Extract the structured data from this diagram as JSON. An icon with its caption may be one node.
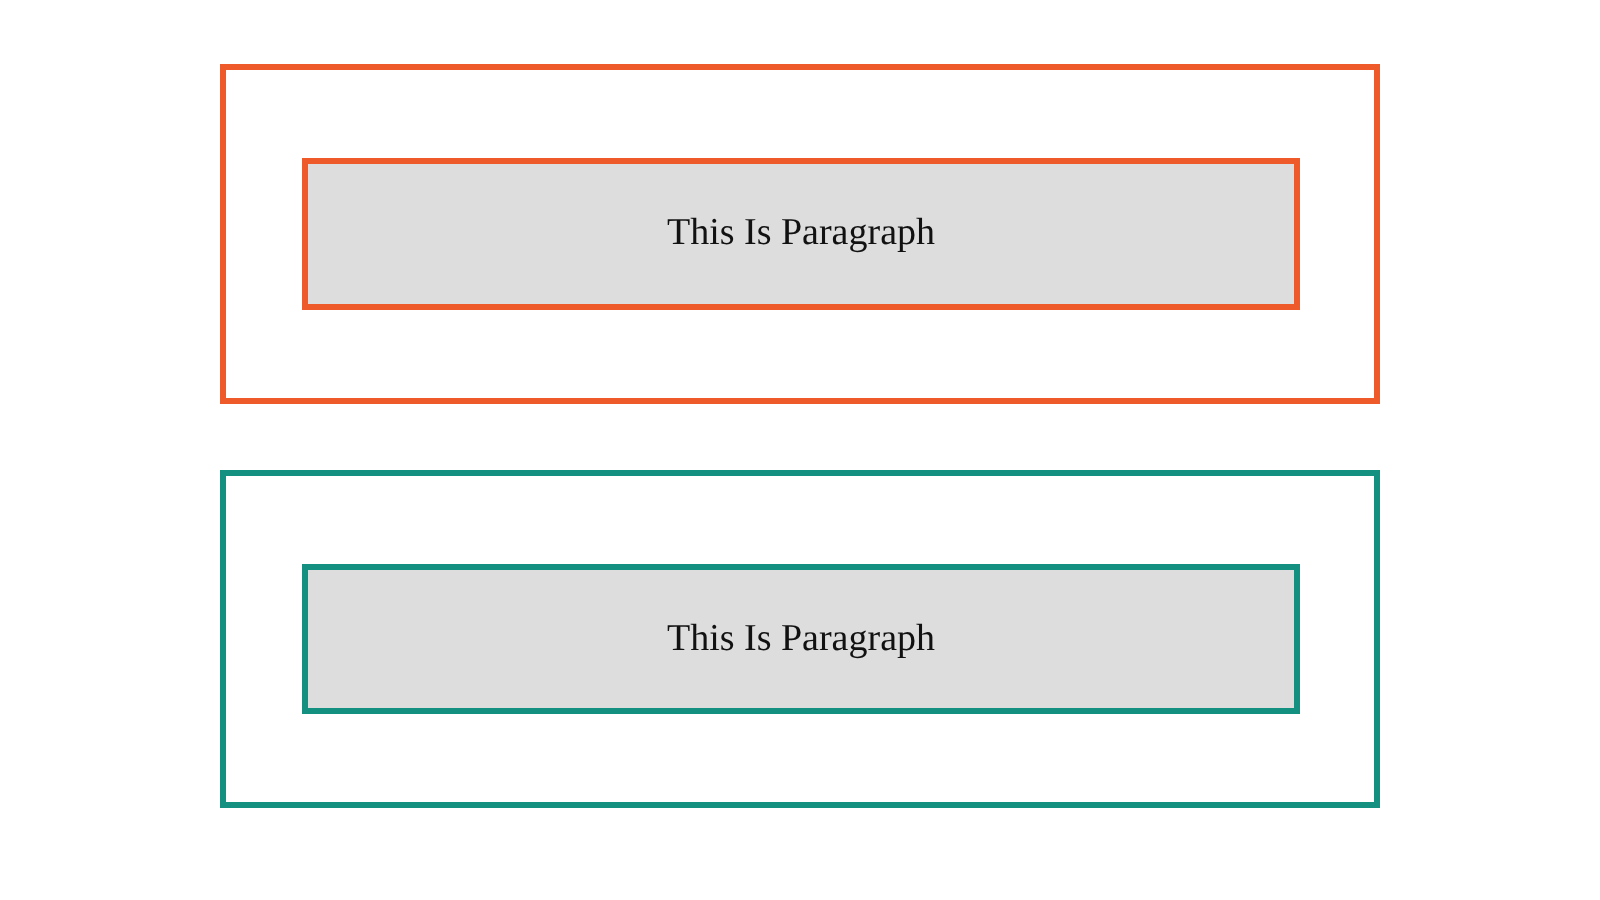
{
  "diagram": {
    "nodes": [
      {
        "text": [],
        "shape": "box"
      },
      {
        "text": [
          "This Is Paragraph"
        ],
        "in": 0
      },
      {
        "text": [],
        "shape": "box"
      },
      {
        "text": [
          "This Is Paragraph"
        ],
        "in": 2
      }
    ]
  }
}
